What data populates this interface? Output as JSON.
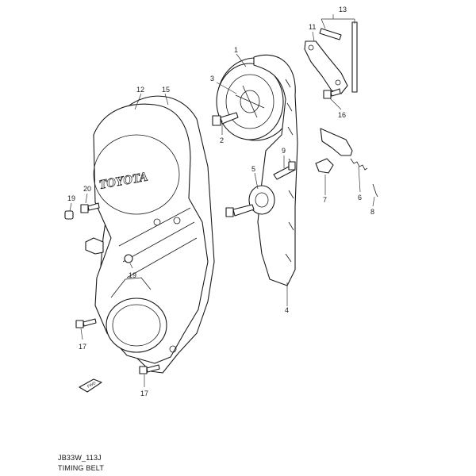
{
  "callouts": {
    "c1": "1",
    "c2": "2",
    "c3": "3",
    "c4": "4",
    "c5": "5",
    "c6": "6",
    "c7": "7",
    "c8": "8",
    "c9": "9",
    "c11": "11",
    "c12": "12",
    "c13": "13",
    "c15": "15",
    "c16": "16",
    "c17a": "17",
    "c17b": "17",
    "c19a": "19",
    "c19b": "19",
    "c20": "20"
  },
  "cover_logo": "TOYOTA",
  "fwd_label": "FWD",
  "caption": {
    "code": "JB33W_113J",
    "title": "TIMING BELT"
  }
}
